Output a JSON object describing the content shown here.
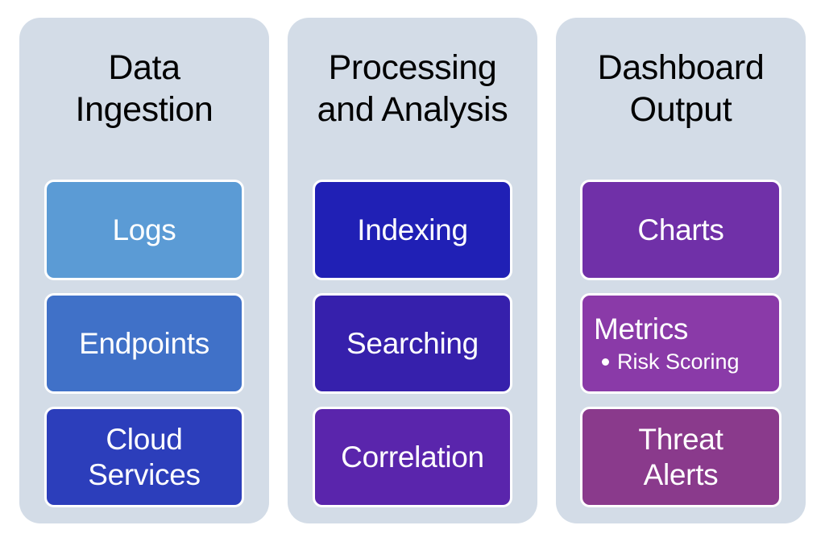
{
  "diagram": {
    "background_color": "#ffffff",
    "column_background_color": "#d3dce7",
    "box_border_color": "#ffffff",
    "columns": [
      {
        "id": "data-ingestion",
        "title": "Data\nIngestion",
        "boxes": [
          {
            "id": "logs",
            "label": "Logs",
            "color": "#5b9bd5",
            "bullets": []
          },
          {
            "id": "endpoints",
            "label": "Endpoints",
            "color": "#4071c8",
            "bullets": []
          },
          {
            "id": "cloud-services",
            "label": "Cloud\nServices",
            "color": "#2c3ebb",
            "bullets": []
          }
        ]
      },
      {
        "id": "processing-and-analysis",
        "title": "Processing\nand Analysis",
        "boxes": [
          {
            "id": "indexing",
            "label": "Indexing",
            "color": "#2020b5",
            "bullets": []
          },
          {
            "id": "searching",
            "label": "Searching",
            "color": "#3620ac",
            "bullets": []
          },
          {
            "id": "correlation",
            "label": "Correlation",
            "color": "#5a25ac",
            "bullets": []
          }
        ]
      },
      {
        "id": "dashboard-output",
        "title": "Dashboard\nOutput",
        "boxes": [
          {
            "id": "charts",
            "label": "Charts",
            "color": "#7030a8",
            "bullets": []
          },
          {
            "id": "metrics",
            "label": "Metrics",
            "color": "#8a3aa8",
            "bullets": [
              "Risk Scoring"
            ]
          },
          {
            "id": "threat-alerts",
            "label": "Threat\nAlerts",
            "color": "#8a3a8c",
            "bullets": []
          }
        ]
      }
    ]
  }
}
